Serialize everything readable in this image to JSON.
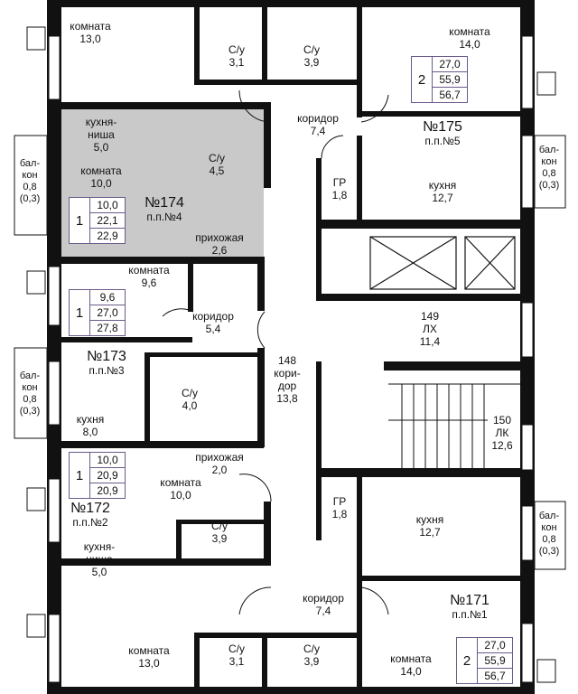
{
  "colors": {
    "wall": "#111111",
    "highlight": "#c9c9c9",
    "infobox_border": "#6a5a8a"
  },
  "apartments": {
    "a175": {
      "number": "№175",
      "pp": "п.п.№5",
      "info": {
        "rooms": "2",
        "living": "27,0",
        "total": "55,9",
        "total_balcony": "56,7"
      },
      "rooms": {
        "room1": [
          "комната",
          "13,0"
        ],
        "bath1": [
          "С/у",
          "3,1"
        ],
        "bath2": [
          "С/у",
          "3,9"
        ],
        "room2": [
          "комната",
          "14,0"
        ],
        "corridor": [
          "коридор",
          "7,4"
        ],
        "gr": [
          "ГР",
          "1,8"
        ],
        "kitchen": [
          "кухня",
          "12,7"
        ],
        "balcony": [
          "бал-",
          "кон",
          "0,8",
          "(0,3)"
        ]
      }
    },
    "a174": {
      "number": "№174",
      "pp": "п.п.№4",
      "info": {
        "rooms": "1",
        "living": "10,0",
        "total": "22,1",
        "total_balcony": "22,9"
      },
      "rooms": {
        "niche": [
          "кухня-",
          "ниша",
          "5,0"
        ],
        "room": [
          "комната",
          "10,0"
        ],
        "bath": [
          "С/у",
          "4,5"
        ],
        "hall": [
          "прихожая",
          "2,6"
        ],
        "balcony": [
          "бал-",
          "кон",
          "0,8",
          "(0,3)"
        ]
      }
    },
    "a173": {
      "number": "№173",
      "pp": "п.п.№3",
      "info": {
        "rooms": "1",
        "living": "9,6",
        "total": "27,0",
        "total_balcony": "27,8"
      },
      "rooms": {
        "room": [
          "комната",
          "9,6"
        ],
        "corridor": [
          "коридор",
          "5,4"
        ],
        "bath": [
          "С/у",
          "4,0"
        ],
        "kitchen": [
          "кухня",
          "8,0"
        ],
        "balcony": [
          "бал-",
          "кон",
          "0,8",
          "(0,3)"
        ]
      }
    },
    "a172": {
      "number": "№172",
      "pp": "п.п.№2",
      "info": {
        "rooms": "1",
        "living": "10,0",
        "total": "20,9",
        "total_balcony": "20,9"
      },
      "rooms": {
        "hall": [
          "прихожая",
          "2,0"
        ],
        "room": [
          "комната",
          "10,0"
        ],
        "bath": [
          "С/у",
          "3,9"
        ],
        "niche": [
          "кухня-",
          "ниша",
          "5,0"
        ]
      }
    },
    "a171": {
      "number": "№171",
      "pp": "п.п.№1",
      "info": {
        "rooms": "2",
        "living": "27,0",
        "total": "55,9",
        "total_balcony": "56,7"
      },
      "rooms": {
        "gr": [
          "ГР",
          "1,8"
        ],
        "kitchen": [
          "кухня",
          "12,7"
        ],
        "balcony": [
          "бал-",
          "кон",
          "0,8",
          "(0,3)"
        ],
        "corridor": [
          "коридор",
          "7,4"
        ],
        "room1": [
          "комната",
          "13,0"
        ],
        "bath1": [
          "С/у",
          "3,1"
        ],
        "bath2": [
          "С/у",
          "3,9"
        ],
        "room2": [
          "комната",
          "14,0"
        ]
      }
    }
  },
  "common": {
    "c148": [
      "148",
      "кори-",
      "дор",
      "13,8"
    ],
    "c149": [
      "149",
      "ЛХ",
      "11,4"
    ],
    "c150": [
      "150",
      "ЛК",
      "12,6"
    ]
  }
}
